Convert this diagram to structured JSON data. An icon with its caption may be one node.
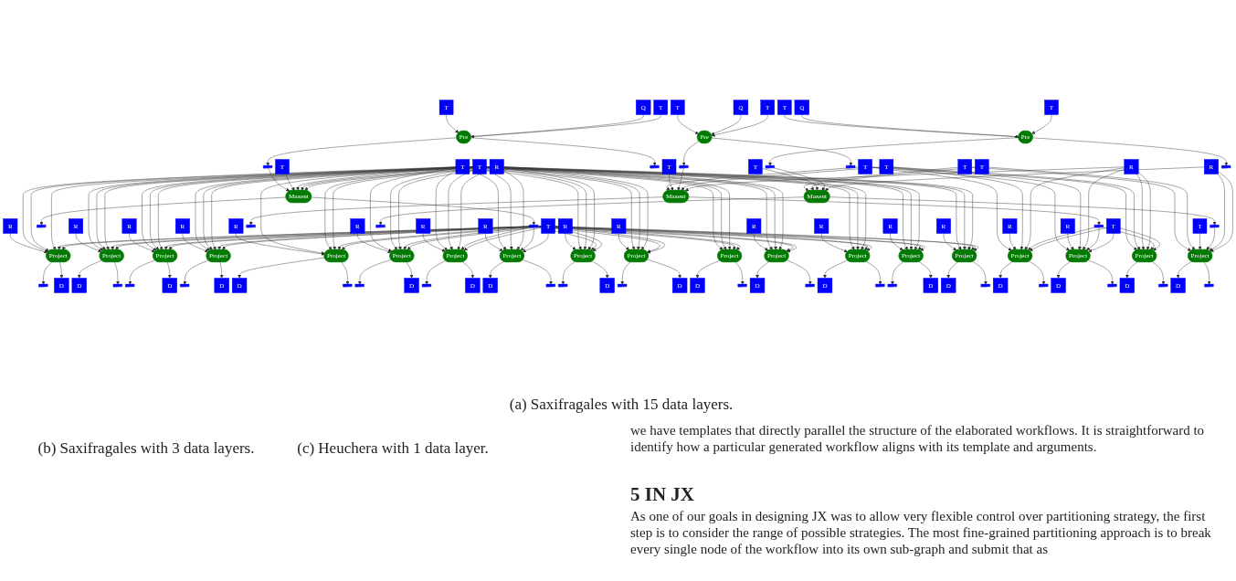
{
  "diagram": {
    "nodes": [
      {
        "text": [
          "T"
        ]
      },
      {
        "text": [
          "Q"
        ]
      },
      {
        "text": [
          "T"
        ]
      },
      {
        "text": [
          "Pre"
        ]
      },
      {
        "text": [],
        "shape": "box"
      },
      {
        "text": [
          "T"
        ]
      },
      {
        "text": [
          "T"
        ]
      },
      {
        "text": [
          "T"
        ]
      },
      {
        "text": [
          "R"
        ]
      },
      {
        "text": [],
        "shape": "box"
      },
      {
        "text": [
          "Maxent"
        ]
      },
      {
        "text": [
          "R"
        ]
      },
      {
        "text": [
          "R"
        ]
      },
      {
        "text": [
          "R"
        ]
      },
      {
        "text": [],
        "shape": "box"
      },
      {
        "text": [
          "R"
        ]
      },
      {
        "text": [
          "R"
        ]
      },
      {
        "text": [
          "R"
        ]
      },
      {
        "text": [
          "R"
        ]
      },
      {
        "text": [],
        "shape": "box"
      },
      {
        "text": [
          "T"
        ]
      },
      {
        "text": [
          "R"
        ]
      },
      {
        "text": [
          "R"
        ]
      },
      {
        "text": [
          "R"
        ]
      },
      {
        "text": [
          "R"
        ]
      },
      {
        "text": [
          "R"
        ]
      },
      {
        "text": [
          "R"
        ]
      },
      {
        "text": [
          "R"
        ]
      },
      {
        "text": [
          "Project"
        ]
      },
      {
        "text": [
          "Project"
        ]
      },
      {
        "text": [
          "Project"
        ]
      },
      {
        "text": [
          "Project"
        ]
      },
      {
        "text": [
          "Project"
        ]
      },
      {
        "text": [
          "Project"
        ]
      },
      {
        "text": [
          "Project"
        ]
      },
      {
        "text": [
          "Project"
        ]
      },
      {
        "text": [
          "Project"
        ]
      },
      {
        "text": [
          "Project"
        ]
      },
      {
        "text": [
          "Project"
        ]
      },
      {
        "text": [
          "Project"
        ]
      },
      {
        "text": [
          "Project"
        ]
      },
      {
        "text": [
          "Project"
        ]
      },
      {
        "text": [
          "Project"
        ]
      },
      {
        "text": [],
        "shape": "box"
      },
      {
        "text": [
          "D"
        ]
      },
      {
        "text": [
          "D"
        ]
      },
      {
        "text": [],
        "shape": "box"
      },
      {
        "text": [],
        "shape": "box"
      },
      {
        "text": [
          "D"
        ]
      },
      {
        "text": [],
        "shape": "box"
      },
      {
        "text": [
          "D"
        ]
      },
      {
        "text": [
          "D"
        ]
      },
      {
        "text": [],
        "shape": "box"
      },
      {
        "text": [],
        "shape": "box"
      },
      {
        "text": [
          "D"
        ]
      },
      {
        "text": [],
        "shape": "box"
      },
      {
        "text": [
          "D"
        ]
      },
      {
        "text": [
          "D"
        ]
      },
      {
        "text": [],
        "shape": "box"
      },
      {
        "text": [],
        "shape": "box"
      },
      {
        "text": [
          "D"
        ]
      },
      {
        "text": [],
        "shape": "box"
      },
      {
        "text": [
          "D"
        ]
      },
      {
        "text": [
          "D"
        ]
      },
      {
        "text": [],
        "shape": "box"
      },
      {
        "text": [
          "D"
        ]
      },
      {
        "text": [],
        "shape": "box"
      },
      {
        "text": [
          "D"
        ]
      },
      {
        "text": [],
        "shape": "box"
      },
      {
        "text": [],
        "shape": "box"
      },
      {
        "text": [
          "D"
        ]
      },
      {
        "text": [
          "D"
        ]
      },
      {
        "text": [],
        "shape": "box"
      },
      {
        "text": [
          "T"
        ]
      },
      {
        "text": [
          "Q"
        ]
      },
      {
        "text": [
          "T"
        ]
      },
      {
        "text": [
          "Pre"
        ]
      },
      {
        "text": [
          "T"
        ]
      },
      {
        "text": [
          "T"
        ]
      },
      {
        "text": [],
        "shape": "box"
      },
      {
        "text": [
          "T"
        ]
      },
      {
        "text": [],
        "shape": "box"
      },
      {
        "text": [
          "R"
        ]
      },
      {
        "text": [
          "Maxent"
        ]
      },
      {
        "text": [
          "R"
        ]
      },
      {
        "text": [],
        "shape": "box"
      },
      {
        "text": [
          "R"
        ]
      },
      {
        "text": [],
        "shape": "box"
      },
      {
        "text": [
          "T"
        ]
      },
      {
        "text": [
          "Project"
        ]
      },
      {
        "text": [
          "Project"
        ]
      },
      {
        "text": [
          "Project"
        ]
      },
      {
        "text": [
          "D"
        ]
      },
      {
        "text": [],
        "shape": "box"
      },
      {
        "text": [
          "D"
        ]
      },
      {
        "text": [],
        "shape": "box"
      },
      {
        "text": [
          "D"
        ]
      },
      {
        "text": [],
        "shape": "box"
      },
      {
        "text": [
          "T"
        ]
      },
      {
        "text": [
          "Q"
        ]
      },
      {
        "text": [
          "T"
        ]
      },
      {
        "text": [
          "Pre"
        ]
      },
      {
        "text": [
          "T"
        ]
      },
      {
        "text": [
          "T"
        ]
      },
      {
        "text": [
          "T"
        ]
      },
      {
        "text": [],
        "shape": "box"
      },
      {
        "text": [
          "R"
        ]
      },
      {
        "text": [],
        "shape": "box"
      },
      {
        "text": [
          "Maxent"
        ]
      },
      {
        "text": [
          "T"
        ]
      },
      {
        "text": [],
        "shape": "box"
      },
      {
        "text": [],
        "shape": "box"
      },
      {
        "text": [
          "Project"
        ]
      },
      {
        "text": [
          "D"
        ]
      },
      {
        "text": [],
        "shape": "box"
      }
    ],
    "edges": [
      {
        "from": 0,
        "to": 3,
        "arrow": "to"
      },
      {
        "from": 1,
        "to": 3,
        "arrow": "to"
      },
      {
        "from": 2,
        "to": 3,
        "arrow": "to"
      },
      {
        "from": 3,
        "to": 4,
        "arrow": "to"
      },
      {
        "from": 3,
        "to": 9,
        "arrow": "to"
      },
      {
        "from": 4,
        "to": 10,
        "arrow": "to"
      },
      {
        "from": 5,
        "to": 10,
        "arrow": "to"
      },
      {
        "from": 6,
        "to": 10,
        "arrow": "to"
      },
      {
        "from": 7,
        "to": 10,
        "arrow": "to"
      },
      {
        "from": 8,
        "to": 10,
        "arrow": "to"
      },
      {
        "from": 10,
        "to": 14,
        "arrow": "to"
      },
      {
        "from": 10,
        "to": 19,
        "arrow": "to"
      },
      {
        "from": 11,
        "to": 28,
        "arrow": "to"
      },
      {
        "from": 6,
        "to": 28,
        "arrow": "to"
      },
      {
        "from": 7,
        "to": 28,
        "arrow": "to"
      },
      {
        "from": 8,
        "to": 28,
        "arrow": "to"
      },
      {
        "from": 19,
        "to": 28,
        "arrow": "to"
      },
      {
        "from": 20,
        "to": 28,
        "arrow": "to"
      },
      {
        "from": 12,
        "to": 29,
        "arrow": "to"
      },
      {
        "from": 6,
        "to": 29,
        "arrow": "to"
      },
      {
        "from": 7,
        "to": 29,
        "arrow": "to"
      },
      {
        "from": 8,
        "to": 29,
        "arrow": "to"
      },
      {
        "from": 19,
        "to": 29,
        "arrow": "to"
      },
      {
        "from": 20,
        "to": 29,
        "arrow": "to"
      },
      {
        "from": 13,
        "to": 30,
        "arrow": "to"
      },
      {
        "from": 6,
        "to": 30,
        "arrow": "to"
      },
      {
        "from": 7,
        "to": 30,
        "arrow": "to"
      },
      {
        "from": 8,
        "to": 30,
        "arrow": "to"
      },
      {
        "from": 19,
        "to": 30,
        "arrow": "to"
      },
      {
        "from": 20,
        "to": 30,
        "arrow": "to"
      },
      {
        "from": 15,
        "to": 31,
        "arrow": "to"
      },
      {
        "from": 6,
        "to": 31,
        "arrow": "to"
      },
      {
        "from": 7,
        "to": 31,
        "arrow": "to"
      },
      {
        "from": 8,
        "to": 31,
        "arrow": "to"
      },
      {
        "from": 19,
        "to": 31,
        "arrow": "to"
      },
      {
        "from": 20,
        "to": 31,
        "arrow": "to"
      },
      {
        "from": 16,
        "to": 32,
        "arrow": "to"
      },
      {
        "from": 6,
        "to": 32,
        "arrow": "to"
      },
      {
        "from": 7,
        "to": 32,
        "arrow": "to"
      },
      {
        "from": 8,
        "to": 32,
        "arrow": "to"
      },
      {
        "from": 19,
        "to": 32,
        "arrow": "to"
      },
      {
        "from": 20,
        "to": 32,
        "arrow": "to"
      },
      {
        "from": 17,
        "to": 33,
        "arrow": "to"
      },
      {
        "from": 6,
        "to": 33,
        "arrow": "to"
      },
      {
        "from": 7,
        "to": 33,
        "arrow": "to"
      },
      {
        "from": 8,
        "to": 33,
        "arrow": "to"
      },
      {
        "from": 19,
        "to": 33,
        "arrow": "to"
      },
      {
        "from": 20,
        "to": 33,
        "arrow": "to"
      },
      {
        "from": 18,
        "to": 34,
        "arrow": "to"
      },
      {
        "from": 6,
        "to": 34,
        "arrow": "to"
      },
      {
        "from": 7,
        "to": 34,
        "arrow": "to"
      },
      {
        "from": 8,
        "to": 34,
        "arrow": "to"
      },
      {
        "from": 19,
        "to": 34,
        "arrow": "to"
      },
      {
        "from": 20,
        "to": 34,
        "arrow": "to"
      },
      {
        "from": 21,
        "to": 35,
        "arrow": "to"
      },
      {
        "from": 6,
        "to": 35,
        "arrow": "to"
      },
      {
        "from": 7,
        "to": 35,
        "arrow": "to"
      },
      {
        "from": 8,
        "to": 35,
        "arrow": "to"
      },
      {
        "from": 19,
        "to": 35,
        "arrow": "to"
      },
      {
        "from": 20,
        "to": 35,
        "arrow": "to"
      },
      {
        "from": 22,
        "to": 36,
        "arrow": "to"
      },
      {
        "from": 6,
        "to": 36,
        "arrow": "to"
      },
      {
        "from": 7,
        "to": 36,
        "arrow": "to"
      },
      {
        "from": 8,
        "to": 36,
        "arrow": "to"
      },
      {
        "from": 19,
        "to": 36,
        "arrow": "to"
      },
      {
        "from": 20,
        "to": 36,
        "arrow": "to"
      },
      {
        "from": 23,
        "to": 37,
        "arrow": "to"
      },
      {
        "from": 6,
        "to": 37,
        "arrow": "to"
      },
      {
        "from": 7,
        "to": 37,
        "arrow": "to"
      },
      {
        "from": 8,
        "to": 37,
        "arrow": "to"
      },
      {
        "from": 19,
        "to": 37,
        "arrow": "to"
      },
      {
        "from": 20,
        "to": 37,
        "arrow": "to"
      },
      {
        "from": 6,
        "to": 38,
        "arrow": "to"
      },
      {
        "from": 7,
        "to": 38,
        "arrow": "to"
      },
      {
        "from": 8,
        "to": 38,
        "arrow": "to"
      },
      {
        "from": 19,
        "to": 38,
        "arrow": "to"
      },
      {
        "from": 20,
        "to": 38,
        "arrow": "to"
      },
      {
        "from": 24,
        "to": 39,
        "arrow": "to"
      },
      {
        "from": 6,
        "to": 39,
        "arrow": "to"
      },
      {
        "from": 7,
        "to": 39,
        "arrow": "to"
      },
      {
        "from": 8,
        "to": 39,
        "arrow": "to"
      },
      {
        "from": 19,
        "to": 39,
        "arrow": "to"
      },
      {
        "from": 20,
        "to": 39,
        "arrow": "to"
      },
      {
        "from": 25,
        "to": 40,
        "arrow": "to"
      },
      {
        "from": 6,
        "to": 40,
        "arrow": "to"
      },
      {
        "from": 7,
        "to": 40,
        "arrow": "to"
      },
      {
        "from": 8,
        "to": 40,
        "arrow": "to"
      },
      {
        "from": 19,
        "to": 40,
        "arrow": "to"
      },
      {
        "from": 20,
        "to": 40,
        "arrow": "to"
      },
      {
        "from": 26,
        "to": 41,
        "arrow": "to"
      },
      {
        "from": 6,
        "to": 41,
        "arrow": "to"
      },
      {
        "from": 7,
        "to": 41,
        "arrow": "to"
      },
      {
        "from": 8,
        "to": 41,
        "arrow": "to"
      },
      {
        "from": 19,
        "to": 41,
        "arrow": "to"
      },
      {
        "from": 20,
        "to": 41,
        "arrow": "to"
      },
      {
        "from": 27,
        "to": 42,
        "arrow": "to"
      },
      {
        "from": 6,
        "to": 42,
        "arrow": "to"
      },
      {
        "from": 7,
        "to": 42,
        "arrow": "to"
      },
      {
        "from": 8,
        "to": 42,
        "arrow": "to"
      },
      {
        "from": 19,
        "to": 42,
        "arrow": "to"
      },
      {
        "from": 20,
        "to": 42,
        "arrow": "to"
      },
      {
        "from": 28,
        "to": 43,
        "arrow": "to"
      },
      {
        "from": 28,
        "to": 44,
        "arrow": "to"
      },
      {
        "from": 29,
        "to": 45,
        "arrow": "to"
      },
      {
        "from": 29,
        "to": 46,
        "arrow": "to"
      },
      {
        "from": 30,
        "to": 47,
        "arrow": "to"
      },
      {
        "from": 30,
        "to": 48,
        "arrow": "to"
      },
      {
        "from": 31,
        "to": 49,
        "arrow": "to"
      },
      {
        "from": 31,
        "to": 50,
        "arrow": "to"
      },
      {
        "from": 32,
        "to": 51,
        "arrow": "to"
      },
      {
        "from": 32,
        "to": 52,
        "arrow": "to"
      },
      {
        "from": 33,
        "to": 53,
        "arrow": "to"
      },
      {
        "from": 33,
        "to": 54,
        "arrow": "to"
      },
      {
        "from": 34,
        "to": 55,
        "arrow": "to"
      },
      {
        "from": 34,
        "to": 56,
        "arrow": "to"
      },
      {
        "from": 35,
        "to": 57,
        "arrow": "to"
      },
      {
        "from": 35,
        "to": 58,
        "arrow": "to"
      },
      {
        "from": 36,
        "to": 59,
        "arrow": "to"
      },
      {
        "from": 36,
        "to": 60,
        "arrow": "to"
      },
      {
        "from": 37,
        "to": 61,
        "arrow": "to"
      },
      {
        "from": 37,
        "to": 62,
        "arrow": "to"
      },
      {
        "from": 38,
        "to": 63,
        "arrow": "to"
      },
      {
        "from": 38,
        "to": 64,
        "arrow": "to"
      },
      {
        "from": 39,
        "to": 65,
        "arrow": "to"
      },
      {
        "from": 39,
        "to": 66,
        "arrow": "to"
      },
      {
        "from": 40,
        "to": 67,
        "arrow": "to"
      },
      {
        "from": 40,
        "to": 68,
        "arrow": "to"
      },
      {
        "from": 41,
        "to": 69,
        "arrow": "to"
      },
      {
        "from": 41,
        "to": 70,
        "arrow": "to"
      },
      {
        "from": 42,
        "to": 71,
        "arrow": "to"
      },
      {
        "from": 42,
        "to": 72,
        "arrow": "to"
      },
      {
        "from": 73,
        "to": 76,
        "arrow": "to"
      },
      {
        "from": 74,
        "to": 76,
        "arrow": "to"
      },
      {
        "from": 75,
        "to": 76,
        "arrow": "to"
      },
      {
        "from": 76,
        "to": 79,
        "arrow": "to"
      },
      {
        "from": 76,
        "to": 81,
        "arrow": "to"
      },
      {
        "from": 77,
        "to": 83,
        "arrow": "to"
      },
      {
        "from": 78,
        "to": 83,
        "arrow": "to"
      },
      {
        "from": 79,
        "to": 83,
        "arrow": "to"
      },
      {
        "from": 80,
        "to": 83,
        "arrow": "to"
      },
      {
        "from": 82,
        "to": 83,
        "arrow": "to"
      },
      {
        "from": 83,
        "to": 85,
        "arrow": "to"
      },
      {
        "from": 83,
        "to": 87,
        "arrow": "to"
      },
      {
        "from": 77,
        "to": 89,
        "arrow": "to"
      },
      {
        "from": 84,
        "to": 89,
        "arrow": "to"
      },
      {
        "from": 80,
        "to": 89,
        "arrow": "to"
      },
      {
        "from": 82,
        "to": 89,
        "arrow": "to"
      },
      {
        "from": 87,
        "to": 89,
        "arrow": "to"
      },
      {
        "from": 88,
        "to": 89,
        "arrow": "to"
      },
      {
        "from": 77,
        "to": 90,
        "arrow": "to"
      },
      {
        "from": 86,
        "to": 90,
        "arrow": "to"
      },
      {
        "from": 80,
        "to": 90,
        "arrow": "to"
      },
      {
        "from": 82,
        "to": 90,
        "arrow": "to"
      },
      {
        "from": 87,
        "to": 90,
        "arrow": "to"
      },
      {
        "from": 88,
        "to": 90,
        "arrow": "to"
      },
      {
        "from": 77,
        "to": 91,
        "arrow": "to"
      },
      {
        "from": 80,
        "to": 91,
        "arrow": "to"
      },
      {
        "from": 82,
        "to": 91,
        "arrow": "to"
      },
      {
        "from": 82,
        "to": 91,
        "arrow": "to"
      },
      {
        "from": 87,
        "to": 91,
        "arrow": "to"
      },
      {
        "from": 88,
        "to": 91,
        "arrow": "to"
      },
      {
        "from": 89,
        "to": 92,
        "arrow": "to"
      },
      {
        "from": 89,
        "to": 93,
        "arrow": "to"
      },
      {
        "from": 90,
        "to": 94,
        "arrow": "to"
      },
      {
        "from": 90,
        "to": 95,
        "arrow": "to"
      },
      {
        "from": 91,
        "to": 96,
        "arrow": "to"
      },
      {
        "from": 91,
        "to": 97,
        "arrow": "to"
      },
      {
        "from": 98,
        "to": 101,
        "arrow": "to"
      },
      {
        "from": 99,
        "to": 101,
        "arrow": "to"
      },
      {
        "from": 100,
        "to": 101,
        "arrow": "to"
      },
      {
        "from": 101,
        "to": 105,
        "arrow": "to"
      },
      {
        "from": 101,
        "to": 107,
        "arrow": "to"
      },
      {
        "from": 102,
        "to": 108,
        "arrow": "to"
      },
      {
        "from": 103,
        "to": 108,
        "arrow": "to"
      },
      {
        "from": 104,
        "to": 108,
        "arrow": "to"
      },
      {
        "from": 105,
        "to": 108,
        "arrow": "to"
      },
      {
        "from": 106,
        "to": 108,
        "arrow": "to"
      },
      {
        "from": 108,
        "to": 110,
        "arrow": "to"
      },
      {
        "from": 108,
        "to": 111,
        "arrow": "to"
      },
      {
        "from": 102,
        "to": 112,
        "arrow": "to"
      },
      {
        "from": 103,
        "to": 112,
        "arrow": "to"
      },
      {
        "from": 109,
        "to": 112,
        "arrow": "to"
      },
      {
        "from": 110,
        "to": 112,
        "arrow": "to"
      },
      {
        "from": 106,
        "to": 112,
        "arrow": "to"
      },
      {
        "from": 106,
        "to": 112,
        "arrow": "to"
      },
      {
        "from": 112,
        "to": 113,
        "arrow": "to"
      },
      {
        "from": 112,
        "to": 114,
        "arrow": "to"
      }
    ],
    "labels": [
      "(a) Saxifragales with 15 data layers.",
      "(b) Saxifragales with 3 data layers.",
      "(c) Heuchera with 1 data layer.",
      "we have templates that directly parallel the structure of the elaborated workflows. It is straightforward to identify how a particular generated workflow aligns with its template and arguments.",
      "5 IN JX",
      "As one of our goals in designing JX was to allow very flexible control over partitioning strategy, the first step is to consider the range of possible strategies. The most fine-grained partitioning approach is to break every single node of the workflow into its own sub-graph and submit that as"
    ]
  }
}
